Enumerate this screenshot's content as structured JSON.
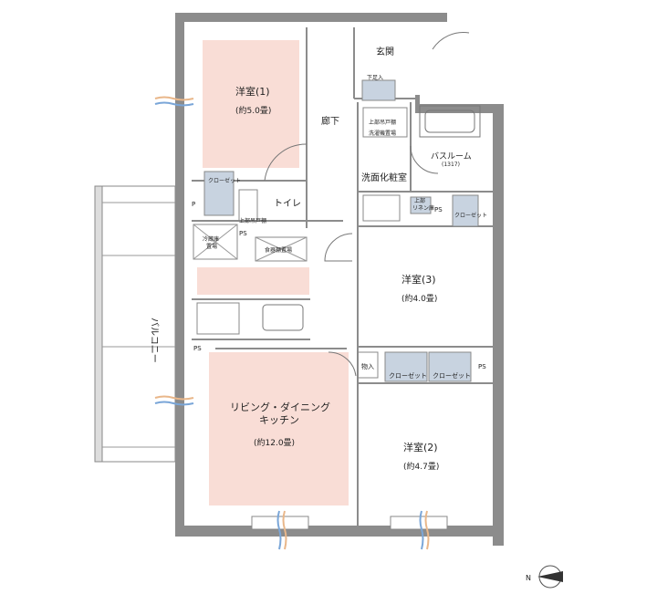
{
  "rooms": {
    "western1_name": "洋室(1)",
    "western1_size": "(約5.0畳)",
    "western2_name": "洋室(2)",
    "western2_size": "(約4.7畳)",
    "western3_name": "洋室(3)",
    "western3_size": "(約4.0畳)",
    "ldk_name_line1": "リビング・ダイニング",
    "ldk_name_line2": "キッチン",
    "ldk_size": "(約12.0畳)",
    "entrance": "玄関",
    "hallway": "廊下",
    "washroom": "洗面化粧室",
    "bathroom": "バスルーム",
    "bathroom_size": "(1317)",
    "toilet": "トイレ",
    "balcony": "バルコニー"
  },
  "fixtures": {
    "closet_small": "クローゼット",
    "closet_right": "クローゼット",
    "closet_a": "クローゼット",
    "closet_b": "クローゼット",
    "storage": "物入",
    "shoe_cabinet": "下足入",
    "washer_upper": "上部吊戸棚",
    "washer_place": "洗濯機置場",
    "linen_upper": "上部",
    "linen": "リネン庫",
    "toilet_upper": "上部吊戸棚",
    "fridge": "冷蔵庫",
    "fridge_place": "置場",
    "dish_place": "食器棚置場",
    "ps1": "PS",
    "ps2": "PS",
    "ps3": "PS",
    "ps4": "PS",
    "p": "P"
  },
  "compass": {
    "north": "N"
  },
  "colors": {
    "room_fill": "#f9ddd6",
    "fixture_fill": "#c8d3e0",
    "wall": "#8c8c8c",
    "air_blue": "#7aa6d8",
    "air_orange": "#e9b78a"
  }
}
